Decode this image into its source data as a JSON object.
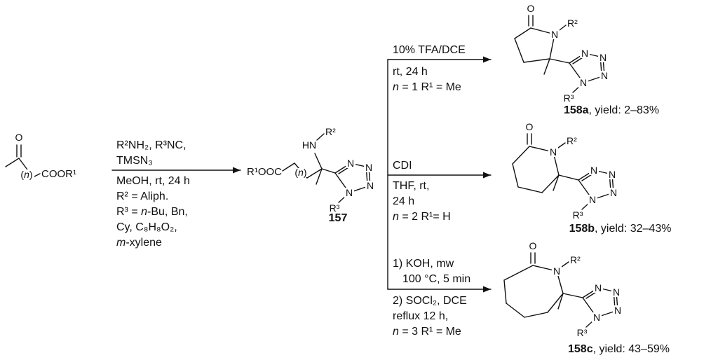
{
  "colors": {
    "background": "#ffffff",
    "line": "#111111"
  },
  "atoms": {
    "o": "O",
    "n": "N",
    "hn": "HN",
    "r2": "R²",
    "r3": "R³",
    "r1ooc": "R¹OOC",
    "coor1": "COOR¹"
  },
  "repeat_unit": [
    {
      "t": "("
    },
    {
      "t": "n",
      "i": true
    },
    {
      "t": ")"
    }
  ],
  "step1": {
    "reagents_above": [
      "R²NH₂, R³NC,",
      "TMSN₃"
    ],
    "conditions_below": [
      "MeOH, rt, 24 h",
      "R² = Aliph.",
      [
        {
          "t": "R³ = "
        },
        {
          "t": "n",
          "i": true
        },
        {
          "t": "-Bu, Bn,"
        }
      ],
      "Cy, C₈H₈O₂,",
      [
        {
          "t": "m",
          "i": true
        },
        {
          "t": "-xylene"
        }
      ]
    ]
  },
  "intermediate": {
    "id": [
      {
        "t": "157",
        "b": true
      }
    ]
  },
  "branch_top": {
    "above": "10% TFA/DCE",
    "below": [
      "rt, 24 h",
      [
        {
          "t": "n",
          "i": true
        },
        {
          "t": " = 1 R¹ = Me"
        }
      ]
    ]
  },
  "branch_mid": {
    "above": "CDI",
    "below": [
      "THF, rt,",
      "24 h",
      [
        {
          "t": "n",
          "i": true
        },
        {
          "t": " = 2 R¹= H"
        }
      ]
    ]
  },
  "branch_bottom": {
    "above": [
      "1) KOH, mw",
      "100 °C, 5 min"
    ],
    "below": [
      "2) SOCl₂, DCE",
      "reflux 12 h,",
      [
        {
          "t": "n",
          "i": true
        },
        {
          "t": " = 3 R¹ = Me"
        }
      ]
    ]
  },
  "products": {
    "a": [
      {
        "t": "158a",
        "b": true
      },
      {
        "t": ", yield: 2–83%"
      }
    ],
    "b": [
      {
        "t": "158b",
        "b": true
      },
      {
        "t": ", yield: 32–43%"
      }
    ],
    "c": [
      {
        "t": "158c",
        "b": true
      },
      {
        "t": ", yield: 43–59%"
      }
    ]
  }
}
